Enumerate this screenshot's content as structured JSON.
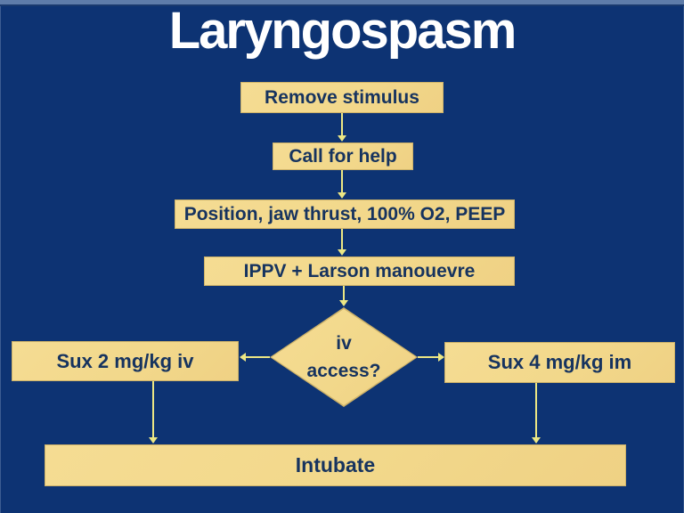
{
  "slide": {
    "title": "Laryngospasm",
    "nodes": {
      "remove_stimulus": "Remove stimulus",
      "call_for_help": "Call for help",
      "position_jaw_thrust": "Position, jaw thrust, 100% O2, PEEP",
      "ippv_larson": "IPPV + Larson manouevre",
      "iv_access_line1": "iv",
      "iv_access_line2": "access?",
      "sux_iv": "Sux 2 mg/kg iv",
      "sux_im": "Sux 4 mg/kg im",
      "intubate": "Intubate"
    },
    "colors": {
      "background": "#0d3373",
      "top_strip": "#5e7ca9",
      "box_fill": "#f2d88b",
      "box_border": "#cdb269",
      "box_text": "#16335f",
      "arrow": "#ece784",
      "title": "#ffffff"
    }
  }
}
